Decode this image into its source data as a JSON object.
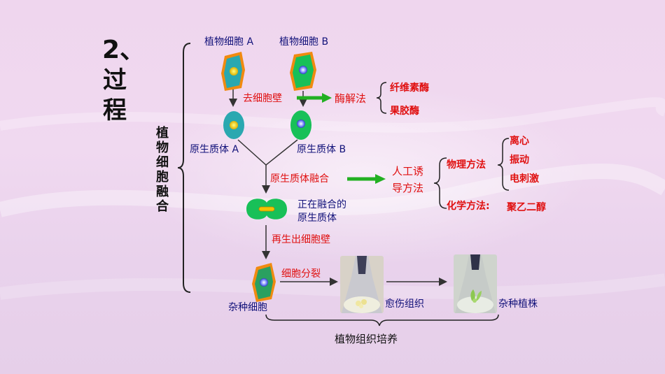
{
  "section": {
    "number": "2、",
    "title_chars": [
      "过",
      "程"
    ]
  },
  "side_label": "植物细胞融合",
  "cells": {
    "cell_a": "植物细胞 A",
    "cell_b": "植物细胞 B",
    "protoplast_a": "原生质体 A",
    "protoplast_b": "原生质体 B",
    "fusing_line1": "正在融合的",
    "fusing_line2": "原生质体",
    "hybrid_cell": "杂种细胞",
    "callus": "愈伤组织",
    "hybrid_plant": "杂种植株"
  },
  "steps": {
    "remove_wall": "去细胞壁",
    "protoplast_fusion": "原生质体融合",
    "regenerate_wall": "再生出细胞壁",
    "cell_division": "细胞分裂",
    "tissue_culture": "植物组织培养"
  },
  "methods": {
    "enzyme_method": "酶解法",
    "enzymes": [
      "纤维素酶",
      "果胶酶"
    ],
    "induction_line1": "人工诱",
    "induction_line2": "导方法",
    "physical_method": "物理方法",
    "physical_items": [
      "离心",
      "振动",
      "电刺激"
    ],
    "chemical_method": "化学方法:",
    "chemical_item": "聚乙二醇"
  },
  "colors": {
    "label_navy": "#12127a",
    "label_red": "#e01010",
    "arrow_green": "#22b022",
    "cell_teal": "#2aa8b0",
    "cell_green": "#18c058",
    "cell_orange": "#f08a10"
  }
}
